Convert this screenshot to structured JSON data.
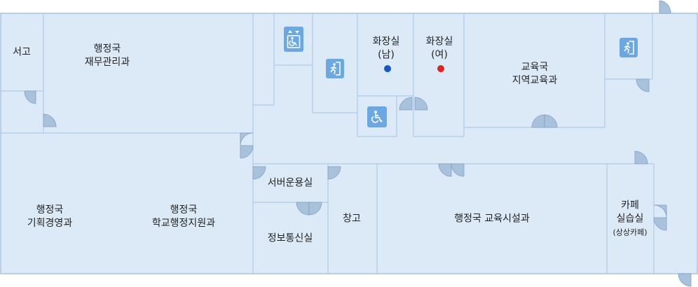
{
  "rooms": {
    "archive": "서고",
    "finance": [
      "행정국",
      "재무관리과"
    ],
    "planning": [
      "행정국",
      "기획경영과"
    ],
    "school_support": [
      "행정국",
      "학교행정지원과"
    ],
    "restroom_men": [
      "화장실",
      "(남)"
    ],
    "restroom_women": [
      "화장실",
      "(여)"
    ],
    "education": [
      "교육국",
      "지역교육과"
    ],
    "server_room": "서버운용실",
    "info_comm": "정보통신실",
    "storage": "창고",
    "facilities": "행정국 교육시설과",
    "cafe": [
      "카페",
      "실습실",
      "(상상카페)"
    ]
  },
  "icons": {
    "elevator": "accessible-elevator-icon",
    "emergency_exit": "emergency-exit-icon",
    "accessible_toilet": "wheelchair-icon",
    "male": "male-person-icon",
    "female": "female-person-icon"
  },
  "colors": {
    "floor": "#dceaf8",
    "wall": "#a3c4e6",
    "door": "#a9c2dc",
    "icon_bg": "#6aa8e4",
    "male": "#1a56c8",
    "female": "#e0241e"
  }
}
